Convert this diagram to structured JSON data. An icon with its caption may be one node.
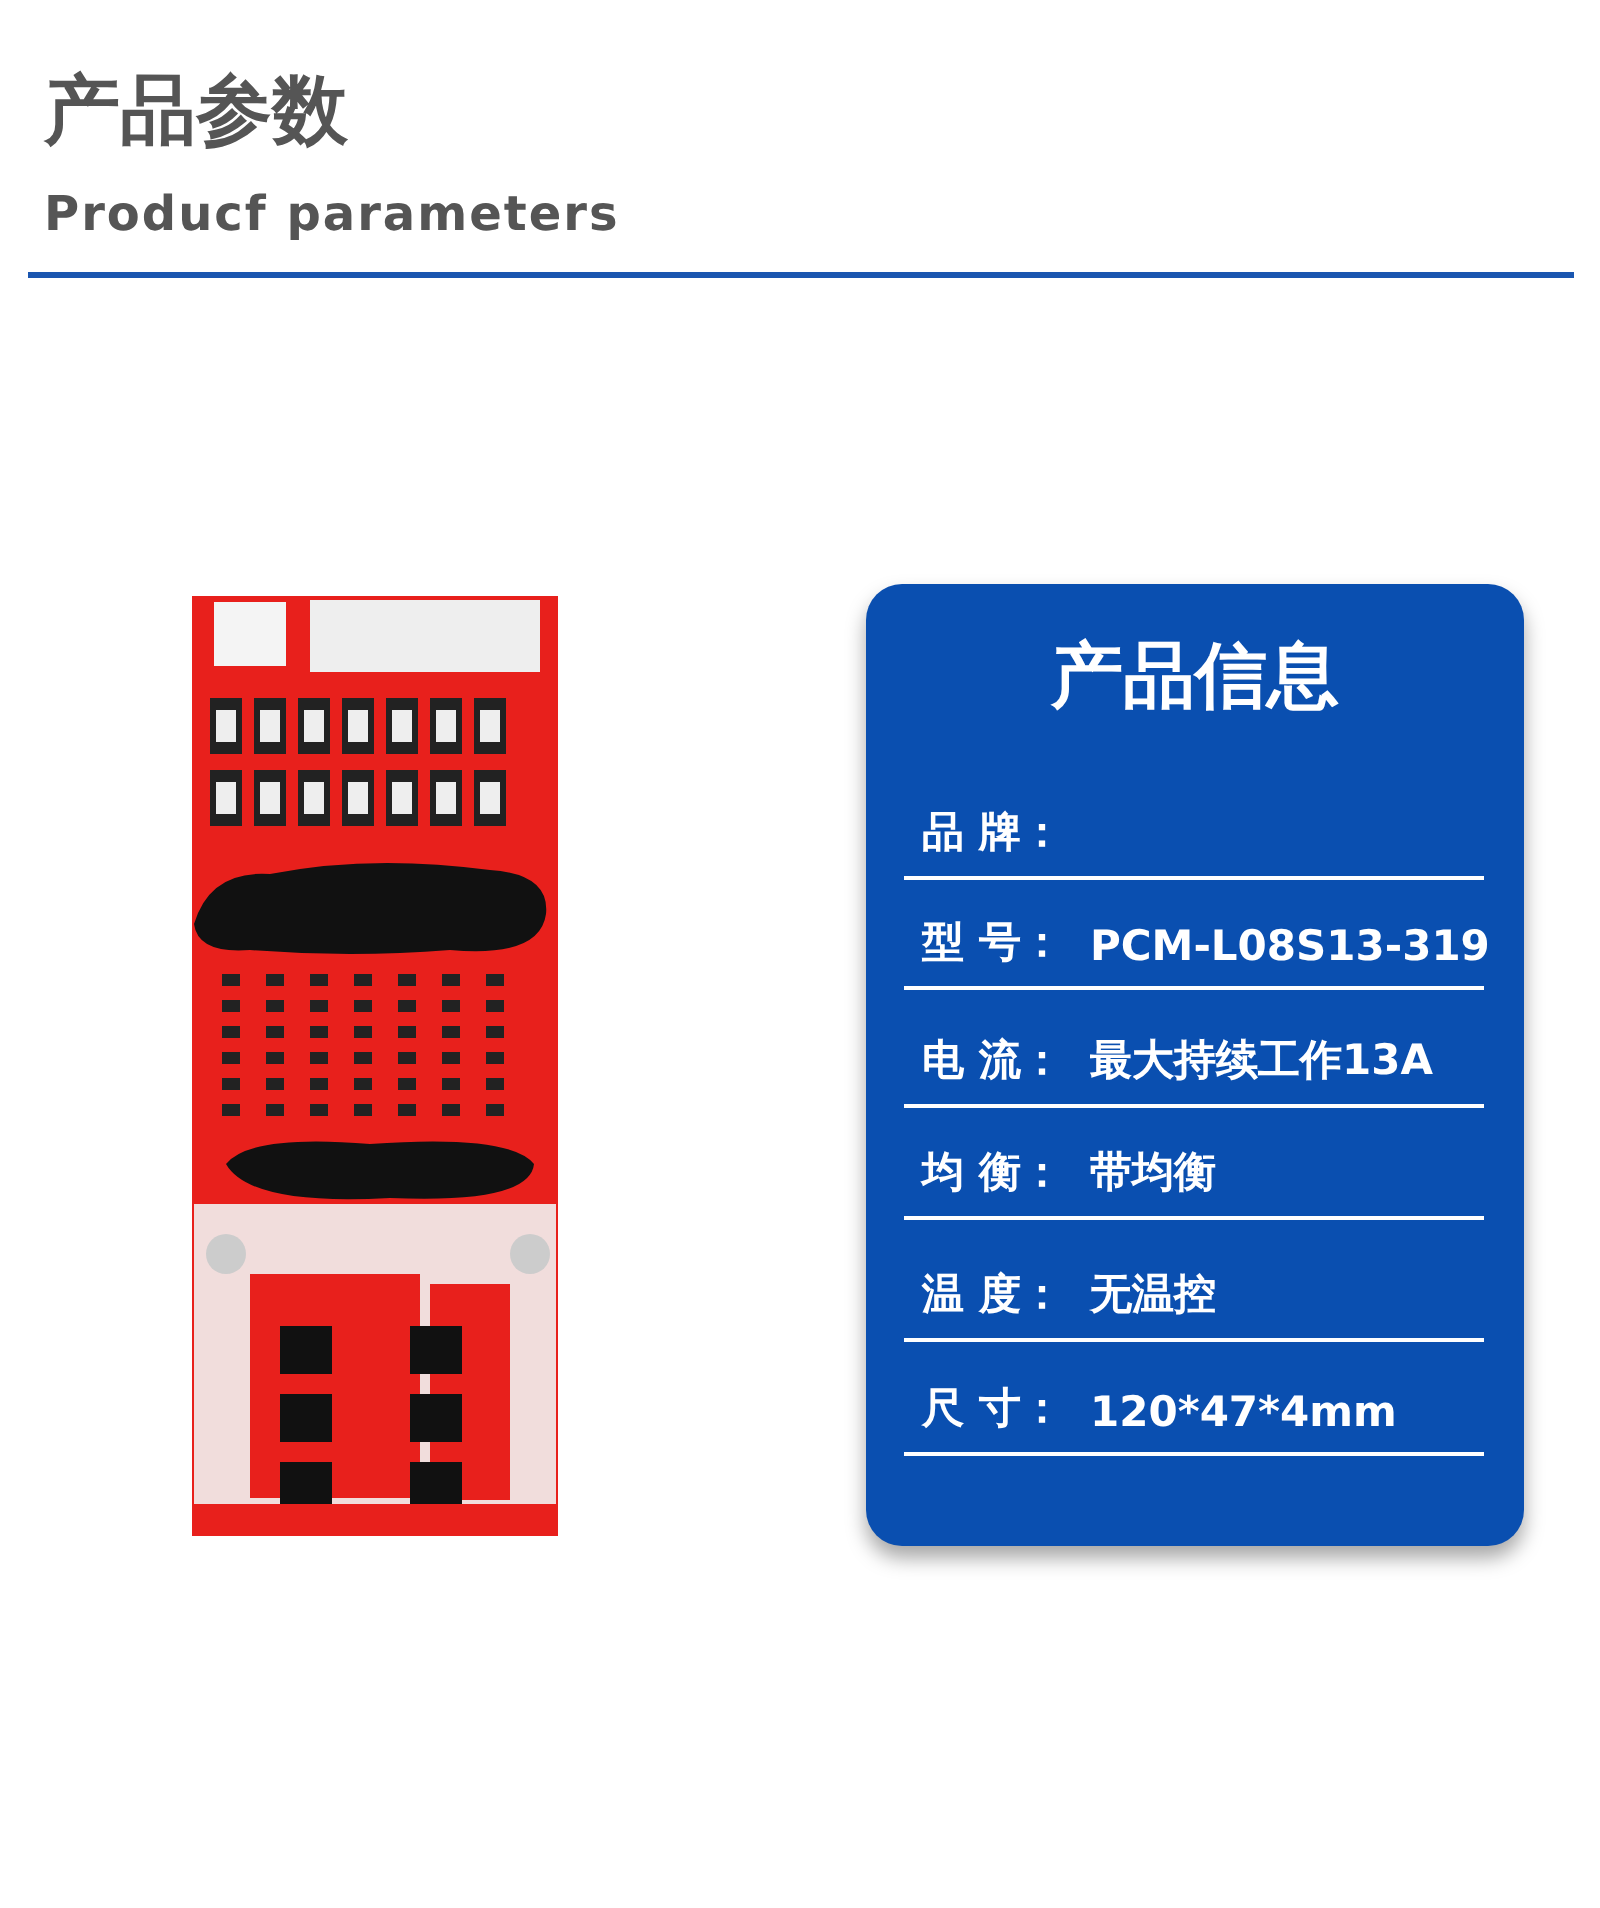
{
  "diagram": {
    "title": "产品参数",
    "nodes": [
      {
        "text": [
          "产品信息"
        ]
      }
    ],
    "labels": [
      "Producf parameters",
      "品 牌：",
      "型 号：",
      "PCM-L08S13-319",
      "电 流：",
      "最大持续工作13A",
      "均 衡：",
      "带均衡",
      "温 度：",
      "无温控",
      "尺 寸：",
      "120*47*4mm"
    ]
  }
}
